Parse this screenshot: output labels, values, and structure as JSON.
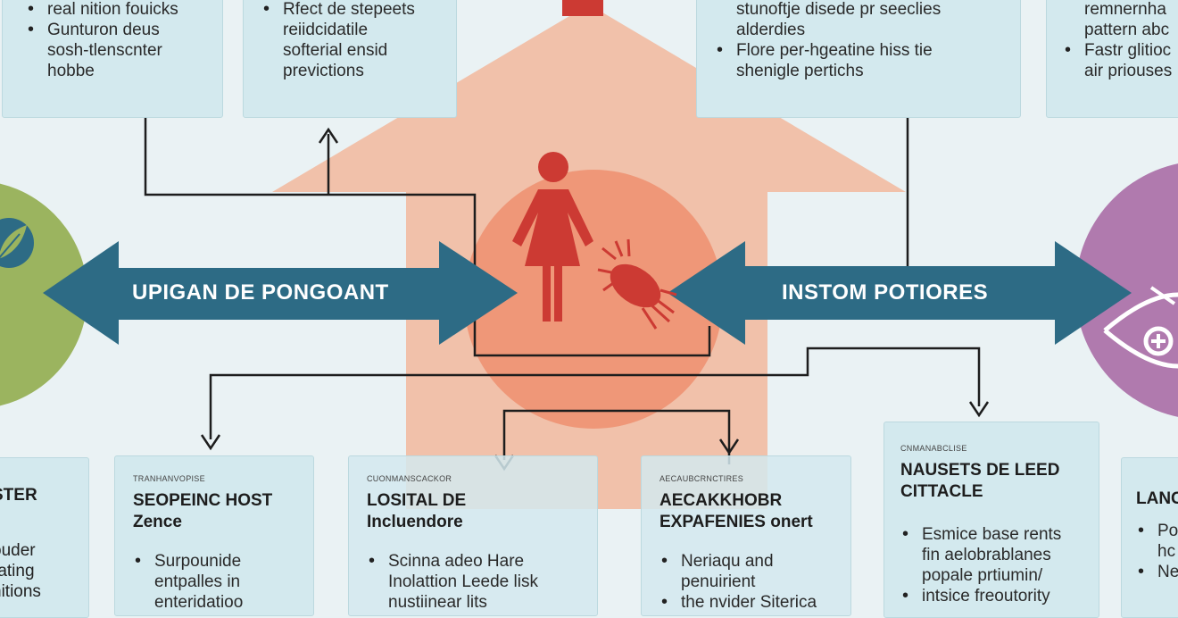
{
  "top_cards": [
    {
      "lines": [
        {
          "bullet": true,
          "text": "real nition fouicks"
        },
        {
          "bullet": true,
          "text": "Gunturon deus"
        },
        {
          "bullet": false,
          "text": "sosh-tlenscnter"
        },
        {
          "bullet": false,
          "text": "hobbe"
        }
      ]
    },
    {
      "lines": [
        {
          "bullet": true,
          "text": "Rfect de stepeets"
        },
        {
          "bullet": false,
          "text": "reiidcidatile"
        },
        {
          "bullet": false,
          "text": "softerial ensid"
        },
        {
          "bullet": false,
          "text": "previctions"
        }
      ]
    },
    {
      "lines": [
        {
          "bullet": false,
          "text": "stunoftje disede pr seeclies"
        },
        {
          "bullet": false,
          "text": "alderdies"
        },
        {
          "bullet": true,
          "text": "Flore per-hgeatine hiss tie"
        },
        {
          "bullet": false,
          "text": "shenigle pertichs"
        }
      ]
    },
    {
      "lines": [
        {
          "bullet": false,
          "text": "remnernha"
        },
        {
          "bullet": false,
          "text": "pattern abc"
        },
        {
          "bullet": true,
          "text": "Fastr glitioc"
        },
        {
          "bullet": false,
          "text": "air priouses"
        }
      ]
    }
  ],
  "arrows": {
    "left_label": "UPIGAN DE PONGOANT",
    "right_label": "INSTOM POTIORES"
  },
  "bottom_cards": [
    {
      "kicker": "",
      "title": [
        "STER"
      ],
      "lines": [
        {
          "bullet": false,
          "text": "ouder"
        },
        {
          "bullet": false,
          "text": "rating"
        },
        {
          "bullet": false,
          "text": "nitions"
        }
      ]
    },
    {
      "kicker": "TRANHANVOPISE",
      "title": [
        "SEOPEINC HOST",
        "Zence"
      ],
      "lines": [
        {
          "bullet": true,
          "text": "Surpounide"
        },
        {
          "bullet": false,
          "text": "entpalles in"
        },
        {
          "bullet": false,
          "text": "enteridatioo"
        }
      ]
    },
    {
      "kicker": "CUONMANSCACKOR",
      "title": [
        "LOSITAL DE",
        "Incluendore"
      ],
      "lines": [
        {
          "bullet": true,
          "text": "Scinna adeo Hare"
        },
        {
          "bullet": false,
          "text": "Inolattion Leede lisk"
        },
        {
          "bullet": false,
          "text": "nustiinear lits"
        }
      ]
    },
    {
      "kicker": "AECAUBCRNCTIRES",
      "title": [
        "AECAKKHOBR",
        "EXPAFENIES onert"
      ],
      "lines": [
        {
          "bullet": true,
          "text": "Neriaqu and"
        },
        {
          "bullet": false,
          "text": "penuirient"
        },
        {
          "bullet": true,
          "text": "the nvider Siterica"
        }
      ]
    },
    {
      "kicker": "CNMANABCLISE",
      "title": [
        "NAUSETS DE LEED",
        "CITTACLE"
      ],
      "lines": [
        {
          "bullet": true,
          "text": "Esmice base rents"
        },
        {
          "bullet": false,
          "text": "fin aelobrablanes"
        },
        {
          "bullet": false,
          "text": "popale prtiumin/"
        },
        {
          "bullet": true,
          "text": "intsice freoutority"
        }
      ]
    },
    {
      "kicker": "",
      "title": [
        "LANC"
      ],
      "lines": [
        {
          "bullet": true,
          "text": "Po"
        },
        {
          "bullet": false,
          "text": "hc"
        },
        {
          "bullet": true,
          "text": "Ne"
        }
      ]
    }
  ],
  "icons": {
    "left_circle": "leaf-icon",
    "right_circle": "medical-eye-icon",
    "center_figure": "woman-icon",
    "center_parasite": "parasite-icon"
  },
  "colors": {
    "arrow": "#2d6b85",
    "house": "#f3b092",
    "circle": "#ee8f70",
    "figure": "#cc3a33",
    "left_circle": "#9bb45f",
    "right_circle": "#b07aae",
    "card": "#d3e9ee"
  }
}
